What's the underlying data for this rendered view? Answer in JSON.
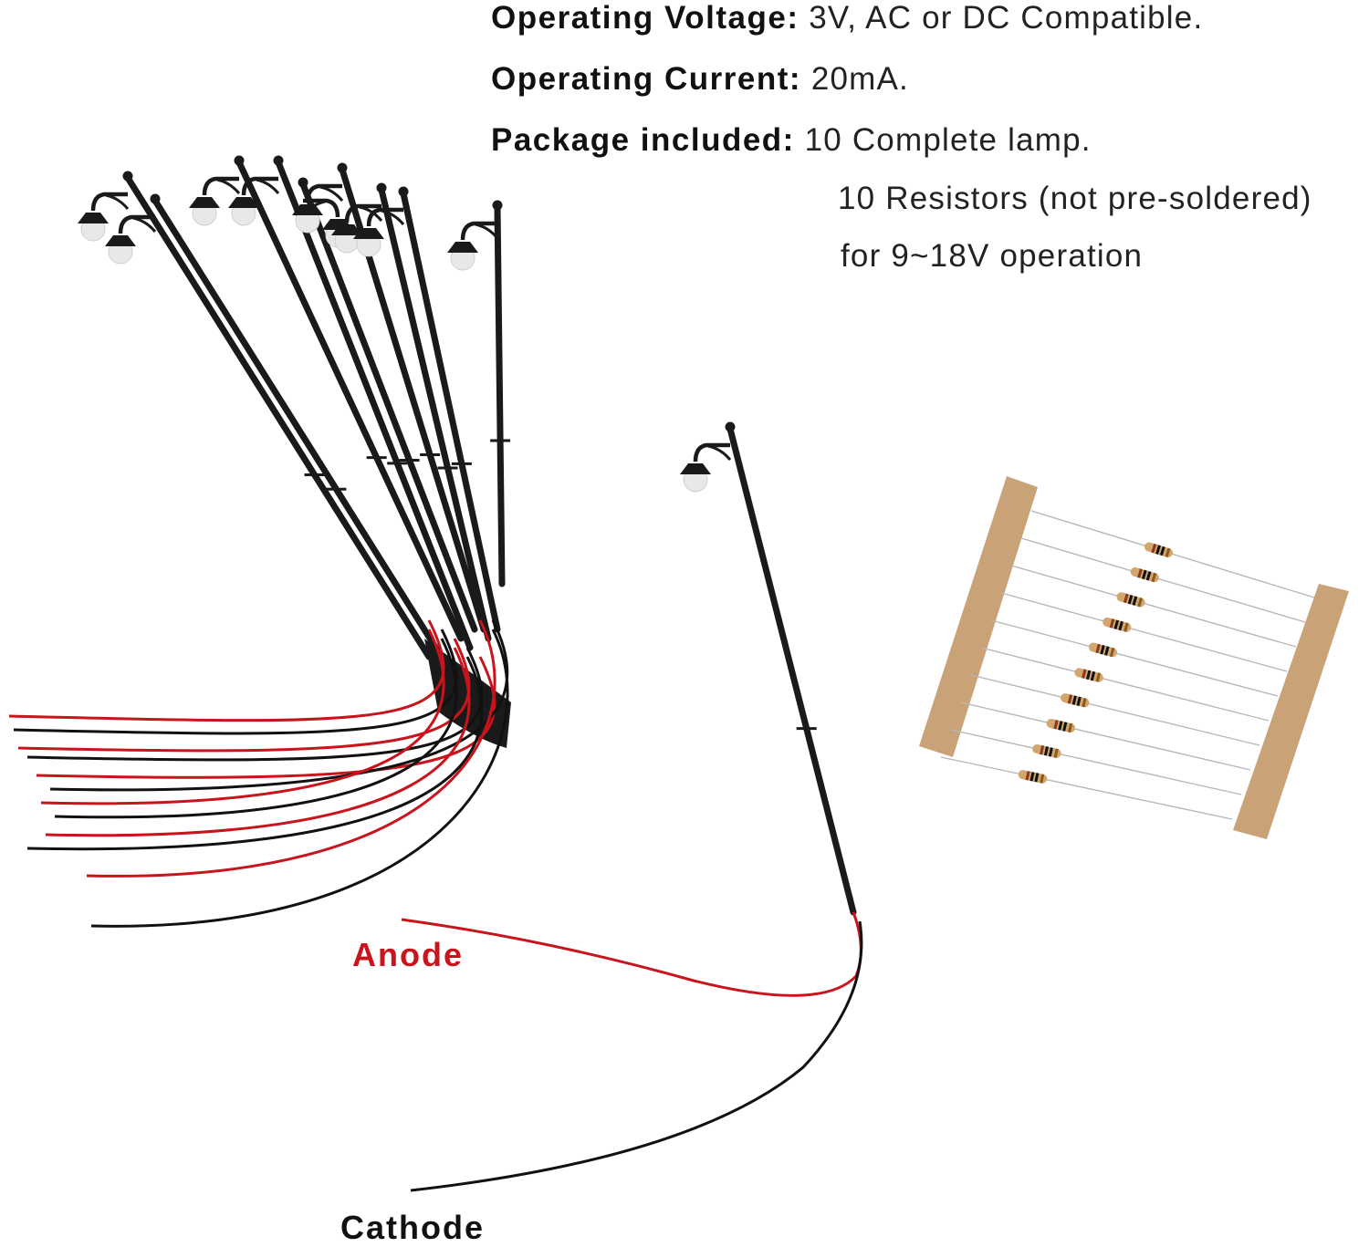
{
  "specs": {
    "voltage": {
      "label": "Operating Voltage:",
      "value": "3V, AC or DC Compatible."
    },
    "current": {
      "label": "Operating Current:",
      "value": "20mA."
    },
    "package": {
      "label": "Package included:",
      "lines": [
        "10 Complete lamp.",
        "10 Resistors (not pre-soldered)",
        "for 9~18V operation"
      ]
    }
  },
  "labels": {
    "anode": "Anode",
    "cathode": "Cathode"
  },
  "colors": {
    "anode": "#c8141c",
    "cathode": "#111111",
    "lamp_post": "#1a1a1a",
    "paper_tape": "#c9a277",
    "bulb": "#e8e8e8"
  },
  "product": {
    "lamp_count": 10,
    "resistor_count": 10
  }
}
